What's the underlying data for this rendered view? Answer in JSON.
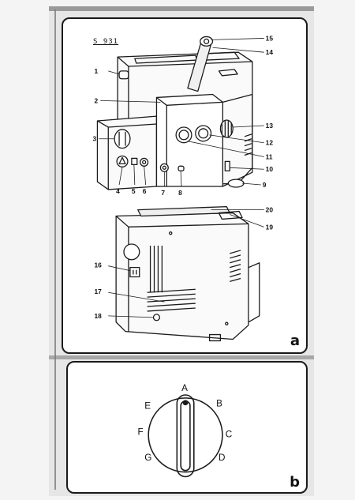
{
  "figure": {
    "model": "S 931",
    "panel_a_tag": "a",
    "panel_b_tag": "b"
  },
  "callouts": [
    "1",
    "2",
    "3",
    "4",
    "5",
    "6",
    "7",
    "8",
    "9",
    "10",
    "11",
    "12",
    "13",
    "14",
    "15",
    "16",
    "17",
    "18",
    "19",
    "20"
  ],
  "dial_positions": [
    "A",
    "B",
    "C",
    "D",
    "E",
    "F",
    "G"
  ]
}
